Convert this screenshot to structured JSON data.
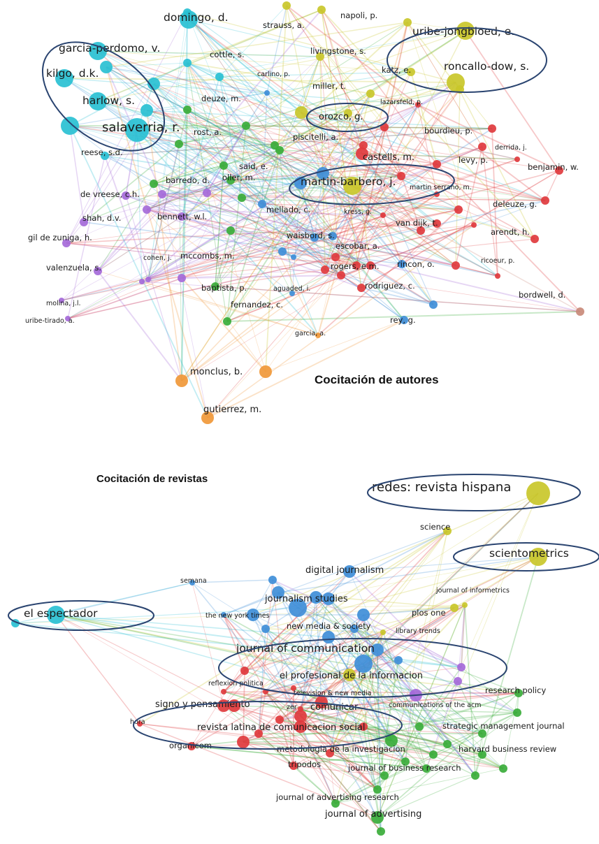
{
  "caption_authors": "Cocitación de autores",
  "caption_journals": "Cocitación de revistas",
  "colors": {
    "cyan": "#29c0d3",
    "green": "#3aad3a",
    "yellow": "#c9c72a",
    "red": "#e0393d",
    "blue": "#3f8ed8",
    "purple": "#a56ad9",
    "orange": "#f09838",
    "brown": "#c98a7a",
    "ellipse": "#2a4470"
  },
  "authors": [
    {
      "label": "domingo, d.",
      "c": "cyan",
      "w": 3
    },
    {
      "label": "garcia-perdomo, v.",
      "c": "cyan",
      "w": 3
    },
    {
      "label": "kilgo, d.k.",
      "c": "cyan",
      "w": 3
    },
    {
      "label": "harlow, s.",
      "c": "cyan",
      "w": 3
    },
    {
      "label": "salaverria, r.",
      "c": "cyan",
      "w": 4
    },
    {
      "label": "reese, s.d.",
      "c": "cyan",
      "w": 1
    },
    {
      "label": "cottle, s.",
      "c": "cyan",
      "w": 1
    },
    {
      "label": "strauss, a.",
      "c": "yellow",
      "w": 1
    },
    {
      "label": "napoli, p.",
      "c": "yellow",
      "w": 1
    },
    {
      "label": "livingstone, s.",
      "c": "yellow",
      "w": 1
    },
    {
      "label": "uribe-jongbloed, e.",
      "c": "yellow",
      "w": 3
    },
    {
      "label": "roncallo-dow, s.",
      "c": "yellow",
      "w": 3
    },
    {
      "label": "katz, e.",
      "c": "yellow",
      "w": 1
    },
    {
      "label": "miller, t.",
      "c": "yellow",
      "w": 1
    },
    {
      "label": "carlino, p.",
      "c": "blue",
      "w": 0
    },
    {
      "label": "deuze, m.",
      "c": "green",
      "w": 1
    },
    {
      "label": "orozco, g.",
      "c": "yellow",
      "w": 2
    },
    {
      "label": "lazarsfeld, p.",
      "c": "red",
      "w": 0
    },
    {
      "label": "rost, a.",
      "c": "green",
      "w": 1
    },
    {
      "label": "piscitelli, a.",
      "c": "green",
      "w": 1
    },
    {
      "label": "bourdieu, p.",
      "c": "red",
      "w": 1
    },
    {
      "label": "castells, m.",
      "c": "red",
      "w": 2
    },
    {
      "label": "derrida, j.",
      "c": "red",
      "w": 0
    },
    {
      "label": "levy, p.",
      "c": "red",
      "w": 1
    },
    {
      "label": "benjamin, w.",
      "c": "red",
      "w": 1
    },
    {
      "label": "said, e.",
      "c": "green",
      "w": 1
    },
    {
      "label": "barredo, d.",
      "c": "green",
      "w": 1
    },
    {
      "label": "martin-barbero, j.",
      "c": "yellow",
      "w": 3
    },
    {
      "label": "martin serrano, m.",
      "c": "red",
      "w": 0
    },
    {
      "label": "de vreese, c.h.",
      "c": "purple",
      "w": 1
    },
    {
      "label": "oller, m.",
      "c": "green",
      "w": 1
    },
    {
      "label": "deleuze, g.",
      "c": "red",
      "w": 1
    },
    {
      "label": "shah, d.v.",
      "c": "purple",
      "w": 1
    },
    {
      "label": "bennett, w.l.",
      "c": "purple",
      "w": 1
    },
    {
      "label": "mellado, c.",
      "c": "blue",
      "w": 1
    },
    {
      "label": "kress, g.",
      "c": "red",
      "w": 0
    },
    {
      "label": "van dijk, t.",
      "c": "red",
      "w": 1
    },
    {
      "label": "arendt, h.",
      "c": "red",
      "w": 1
    },
    {
      "label": "gil de zuniga, h.",
      "c": "purple",
      "w": 1
    },
    {
      "label": "waisbord, s.",
      "c": "blue",
      "w": 1
    },
    {
      "label": "escobar, a.",
      "c": "red",
      "w": 1
    },
    {
      "label": "cohen, j.",
      "c": "purple",
      "w": 0
    },
    {
      "label": "mccombs, m.",
      "c": "purple",
      "w": 1
    },
    {
      "label": "rincon, o.",
      "c": "blue",
      "w": 1
    },
    {
      "label": "valenzuela, s.",
      "c": "purple",
      "w": 1
    },
    {
      "label": "rogers, e.m.",
      "c": "red",
      "w": 1
    },
    {
      "label": "ricoeur, p.",
      "c": "red",
      "w": 0
    },
    {
      "label": "baptista, p.",
      "c": "green",
      "w": 1
    },
    {
      "label": "aguaded, i.",
      "c": "blue",
      "w": 0
    },
    {
      "label": "rodriguez, c.",
      "c": "red",
      "w": 1
    },
    {
      "label": "bordwell, d.",
      "c": "brown",
      "w": 1
    },
    {
      "label": "fernandez, c.",
      "c": "green",
      "w": 1
    },
    {
      "label": "molina, j.l.",
      "c": "purple",
      "w": 0
    },
    {
      "label": "uribe-tirado, a.",
      "c": "purple",
      "w": 0
    },
    {
      "label": "rey, g.",
      "c": "blue",
      "w": 1
    },
    {
      "label": "garcia, a.",
      "c": "orange",
      "w": 0
    },
    {
      "label": "monclus, b.",
      "c": "orange",
      "w": 2
    },
    {
      "label": "gutierrez, m.",
      "c": "orange",
      "w": 2
    }
  ],
  "journals": [
    {
      "label": "redes: revista hispana",
      "c": "yellow",
      "w": 4
    },
    {
      "label": "science",
      "c": "yellow",
      "w": 1
    },
    {
      "label": "scientometrics",
      "c": "yellow",
      "w": 3
    },
    {
      "label": "digital journalism",
      "c": "blue",
      "w": 2
    },
    {
      "label": "journal of informetrics",
      "c": "yellow",
      "w": 0
    },
    {
      "label": "semana",
      "c": "blue",
      "w": 0
    },
    {
      "label": "journalism studies",
      "c": "blue",
      "w": 2
    },
    {
      "label": "el espectador",
      "c": "cyan",
      "w": 3
    },
    {
      "label": "the new york times",
      "c": "blue",
      "w": 0
    },
    {
      "label": "plos one",
      "c": "yellow",
      "w": 1
    },
    {
      "label": "new media & society",
      "c": "blue",
      "w": 1
    },
    {
      "label": "library trends",
      "c": "yellow",
      "w": 0
    },
    {
      "label": "journal of communication",
      "c": "blue",
      "w": 3
    },
    {
      "label": "el profesional de la informacion",
      "c": "yellow",
      "w": 2
    },
    {
      "label": "reflexion politica",
      "c": "red",
      "w": 0
    },
    {
      "label": "research policy",
      "c": "green",
      "w": 1
    },
    {
      "label": "television & new media",
      "c": "red",
      "w": 0
    },
    {
      "label": "signo y pensamiento",
      "c": "red",
      "w": 2
    },
    {
      "label": "zer",
      "c": "red",
      "w": 0
    },
    {
      "label": "comunicar",
      "c": "red",
      "w": 2
    },
    {
      "label": "communications of the acm",
      "c": "purple",
      "w": 0
    },
    {
      "label": "hora",
      "c": "red",
      "w": 0
    },
    {
      "label": "strategic management journal",
      "c": "green",
      "w": 1
    },
    {
      "label": "revista latina de comunicacion social",
      "c": "red",
      "w": 2
    },
    {
      "label": "organicom",
      "c": "red",
      "w": 1
    },
    {
      "label": "metodologia de la investigacion",
      "c": "red",
      "w": 1
    },
    {
      "label": "harvard business review",
      "c": "green",
      "w": 1
    },
    {
      "label": "tripodos",
      "c": "red",
      "w": 1
    },
    {
      "label": "journal of business research",
      "c": "green",
      "w": 1
    },
    {
      "label": "journal of advertising research",
      "c": "green",
      "w": 1
    },
    {
      "label": "journal of advertising",
      "c": "green",
      "w": 2
    }
  ]
}
